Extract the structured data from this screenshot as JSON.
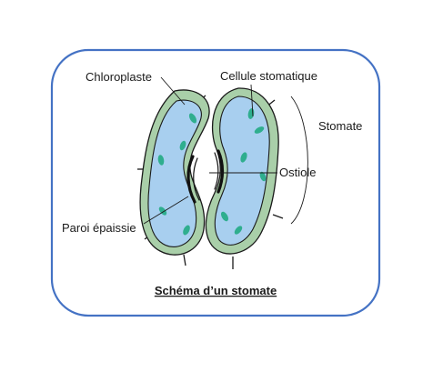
{
  "diagram": {
    "caption": "Schéma d’un stomate",
    "labels": {
      "chloroplaste": "Chloroplaste",
      "cellule": "Cellule stomatique",
      "stomate": "Stomate",
      "ostiole": "Ostiole",
      "paroi": "Paroi épaissie"
    },
    "colors": {
      "frame": "#4472c4",
      "cell_wall": "#a9cfa9",
      "cytoplasm": "#a8cfef",
      "chloroplast": "#2fae8e",
      "outline": "#1a1a1a"
    }
  }
}
